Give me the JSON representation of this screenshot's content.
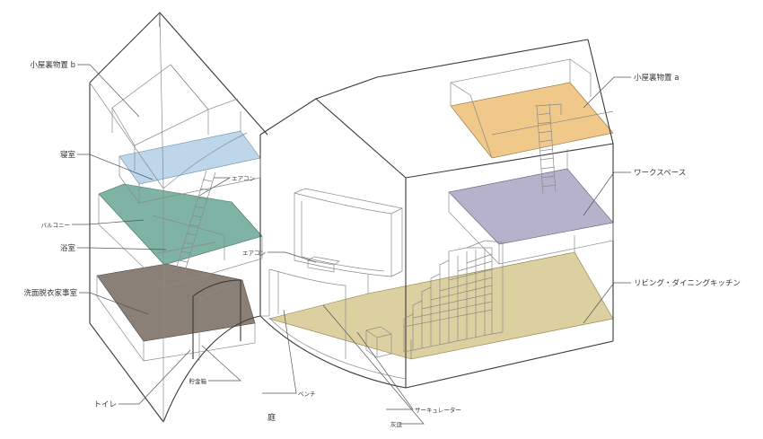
{
  "labels": {
    "loft_b": "小屋裏物置 b",
    "bedroom": "寝室",
    "balcony": "バルコニー",
    "bath": "浴室",
    "washroom": "洗面脱衣家事室",
    "toilet": "トイレ",
    "aircon_left": "エアコン",
    "aircon_center": "エアコン",
    "water_tank": "貯金箱",
    "bench": "ベンチ",
    "garden": "庭",
    "circulator": "サーキュレーター",
    "ash_pit": "灰皿",
    "loft_a": "小屋裏物置 a",
    "workspace": "ワークスペース",
    "ldk": "リビング・ダイニングキッチン"
  },
  "colors": {
    "bedroom_floor": "#bdd6ea",
    "balcony_floor": "#7fb3a4",
    "washroom_floor": "#8a8078",
    "loft_a_floor": "#f0c98a",
    "workspace_floor": "#b6b2cc",
    "ldk_floor": "#dcd0a0",
    "line": "#3a3a3a"
  }
}
